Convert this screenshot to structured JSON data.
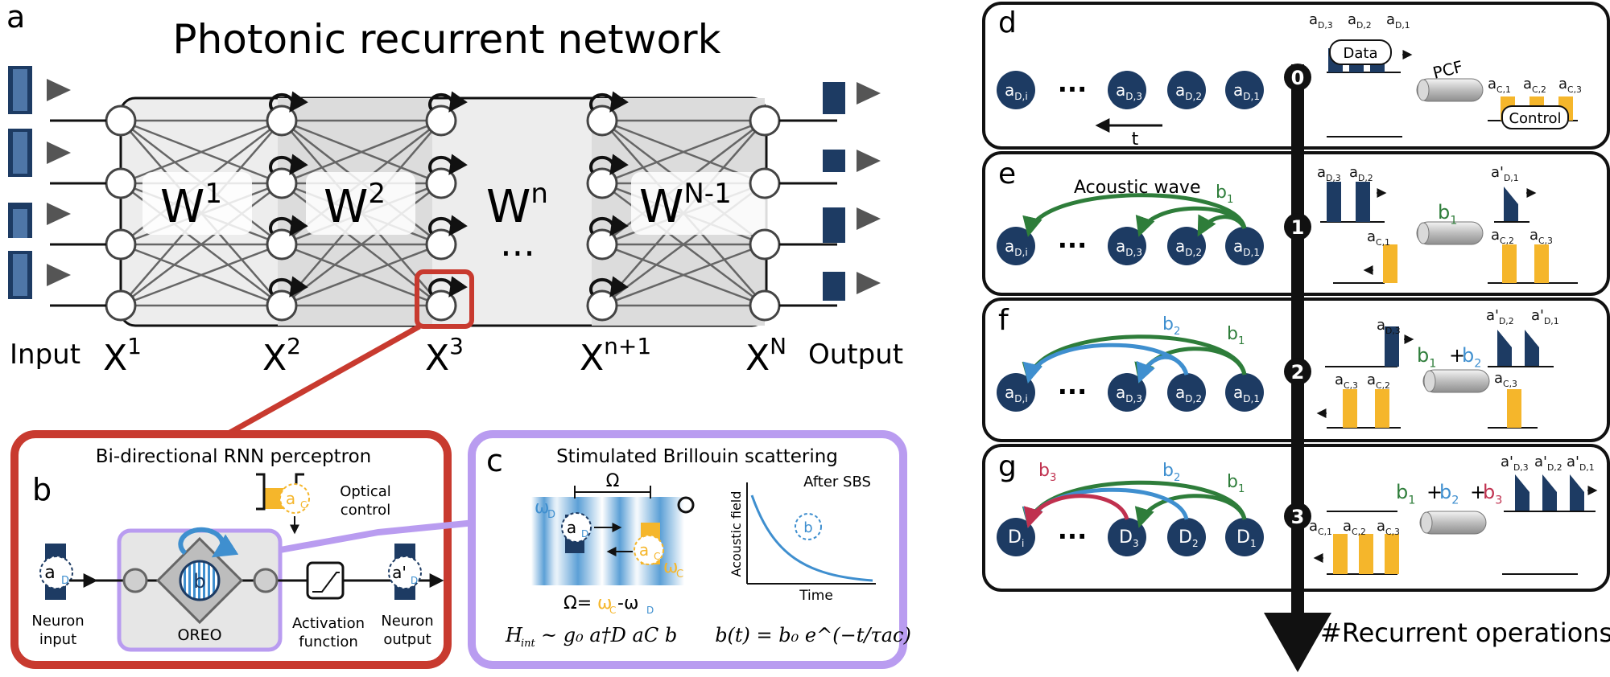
{
  "panel_a": {
    "letter": "a",
    "title": "Photonic recurrent network",
    "input_label": "Input",
    "output_label": "Output",
    "weights": [
      {
        "base": "W",
        "sup": "1"
      },
      {
        "base": "W",
        "sup": "2"
      },
      {
        "base": "W",
        "sup": "n"
      },
      {
        "base": "W",
        "sup": "N-1"
      }
    ],
    "layers": [
      {
        "base": "X",
        "sup": "1"
      },
      {
        "base": "X",
        "sup": "2"
      },
      {
        "base": "X",
        "sup": "3"
      },
      {
        "base": "X",
        "sup": "n+1"
      },
      {
        "base": "X",
        "sup": "N"
      }
    ],
    "ellipsis": "..."
  },
  "panel_b": {
    "letter": "b",
    "title": "Bi-directional RNN perceptron",
    "optical_control": [
      "Optical",
      "control"
    ],
    "neuron_input": [
      "Neuron",
      "input"
    ],
    "oreo": "OREO",
    "activation": [
      "Activation",
      "function"
    ],
    "neuron_output": [
      "Neuron",
      "output"
    ],
    "a_c": "a",
    "a_c_sub": "C",
    "a_d": "a",
    "a_d_sub": "D",
    "a_dp": "a'",
    "a_dp_sub": "D",
    "b_label": "b"
  },
  "panel_c": {
    "letter": "c",
    "title": "Stimulated Brillouin scattering",
    "omega": "Ω",
    "omega_d": "ω",
    "omega_d_sub": "D",
    "omega_c": "ω",
    "omega_c_sub": "C",
    "eq_omega_lhs": "Ω=",
    "eq_omega_c": "ω",
    "eq_omega_c_sub": "C",
    "eq_minus": "-ω",
    "eq_omega_d_sub": "D",
    "hamiltonian": "H",
    "hamiltonian_sub": "int",
    "hamiltonian_rhs": "~ g₀ a†D aC b",
    "after_sbs": "After SBS",
    "y_axis": "Acoustic field",
    "x_axis": "Time",
    "b_circle": "b",
    "decay_eq": "b(t) = b₀ e^(−t/τac)"
  },
  "panel_d_g": {
    "letters": [
      "d",
      "e",
      "f",
      "g"
    ],
    "step_numbers": [
      "0",
      "1",
      "2",
      "3"
    ],
    "axis_label": "#Recurrent operations",
    "data_label": "Data",
    "control_label": "Control",
    "pcf_label": "PCF",
    "time_label": "t",
    "acoustic_wave": "Acoustic wave",
    "ellipsis": "...",
    "b1": "b",
    "b1_sub": "1",
    "b2": "b",
    "b2_sub": "2",
    "b3": "b",
    "b3_sub": "3",
    "plus": "+",
    "neuron_a": "a",
    "neuron_d": "D",
    "sub_i": "D,i",
    "sub_3": "D,3",
    "sub_2": "D,2",
    "sub_1": "D,1",
    "pulse_d3": "a",
    "pulse_d3_sub": "D,3",
    "pulse_d2": "a",
    "pulse_d2_sub": "D,2",
    "pulse_d1": "a",
    "pulse_d1_sub": "D,1",
    "pulse_dp1": "a'",
    "pulse_dp1_sub": "D,1",
    "pulse_dp2": "a'",
    "pulse_dp2_sub": "D,2",
    "pulse_dp3": "a'",
    "pulse_dp3_sub": "D,3",
    "pulse_c1": "a",
    "pulse_c1_sub": "C,1",
    "pulse_c2": "a",
    "pulse_c2_sub": "C,2",
    "pulse_c3": "a",
    "pulse_c3_sub": "C,3"
  },
  "colors": {
    "navy": "#1d3b63",
    "red": "#c83a2f",
    "lavender": "#b99cf0",
    "green": "#2e7d3a",
    "blue": "#3f8fcf",
    "crimson": "#c0314f",
    "orange": "#f5b62b",
    "gray_fill": "#e6e6e6"
  }
}
